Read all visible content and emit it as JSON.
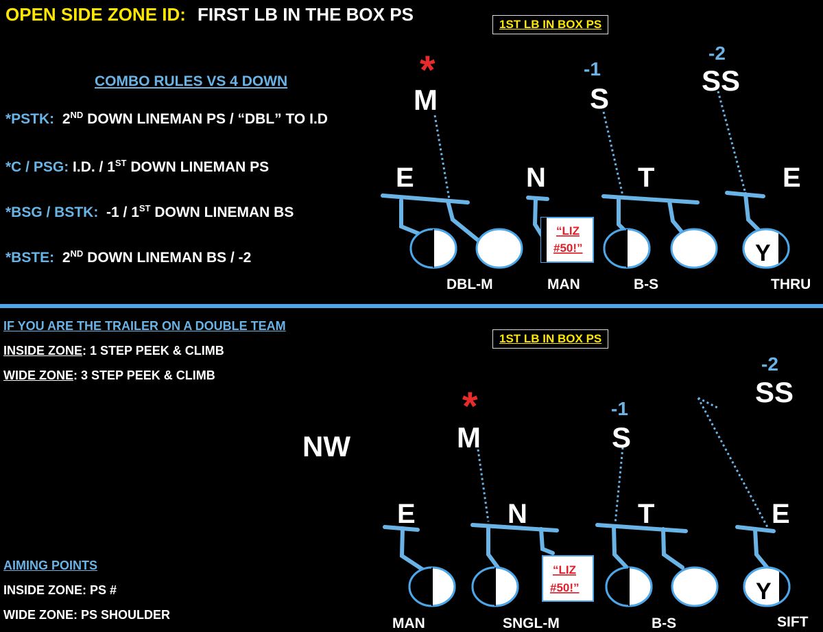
{
  "title": {
    "lead": "OPEN SIDE ZONE ID:",
    "rest": "FIRST LB IN THE BOX PS"
  },
  "top_box": "1ST LB IN BOX PS",
  "bottom_box": "1ST LB IN BOX PS",
  "combo": {
    "heading": "COMBO RULES VS 4 DOWN",
    "rules": [
      {
        "key": "*PSTK:",
        "pre": "2",
        "sup": "ND",
        "post": " DOWN LINEMAN PS / “DBL” TO I.D"
      },
      {
        "key": "*C / PSG:",
        "pre": "I.D. / 1",
        "sup": "ST",
        "post": " DOWN LINEMAN PS"
      },
      {
        "key": "*BSG / BSTK:",
        "pre": "-1 / 1",
        "sup": "ST",
        "post": " DOWN LINEMAN BS"
      },
      {
        "key": "*BSTE:",
        "pre": "2",
        "sup": "ND",
        "post": " DOWN LINEMAN BS / -2"
      }
    ]
  },
  "trailer": {
    "heading": "IF YOU ARE THE TRAILER ON A DOUBLE TEAM",
    "inside_label": "INSIDE ZONE",
    "inside_text": ": 1 STEP PEEK & CLIMB",
    "wide_label": "WIDE ZONE",
    "wide_text": ": 3 STEP PEEK & CLIMB"
  },
  "aiming": {
    "heading": "AIMING POINTS",
    "inside": "INSIDE ZONE: PS #",
    "wide": "WIDE ZONE: PS SHOULDER"
  },
  "top_diagram": {
    "defenders": [
      "M",
      "S",
      "SS",
      "E",
      "N",
      "T",
      "E"
    ],
    "numbers": [
      "-1",
      "-2"
    ],
    "star": "*",
    "liz": [
      "“LIZ",
      "#50!”"
    ],
    "y": "Y",
    "assignments": [
      "DBL-M",
      "MAN",
      "B-S",
      "THRU"
    ]
  },
  "bottom_diagram": {
    "front": "NW",
    "defenders": [
      "M",
      "S",
      "SS",
      "E",
      "N",
      "T",
      "E"
    ],
    "numbers": [
      "-1",
      "-2"
    ],
    "star": "*",
    "liz": [
      "“LIZ",
      "#50!”"
    ],
    "y": "Y",
    "assignments": [
      "MAN",
      "SNGL-M",
      "B-S",
      "SIFT"
    ]
  },
  "colors": {
    "accent_blue": "#4da6e8",
    "title_yellow": "#ffe600",
    "liz_red": "#e0202a",
    "star_red": "#e52b2b"
  }
}
